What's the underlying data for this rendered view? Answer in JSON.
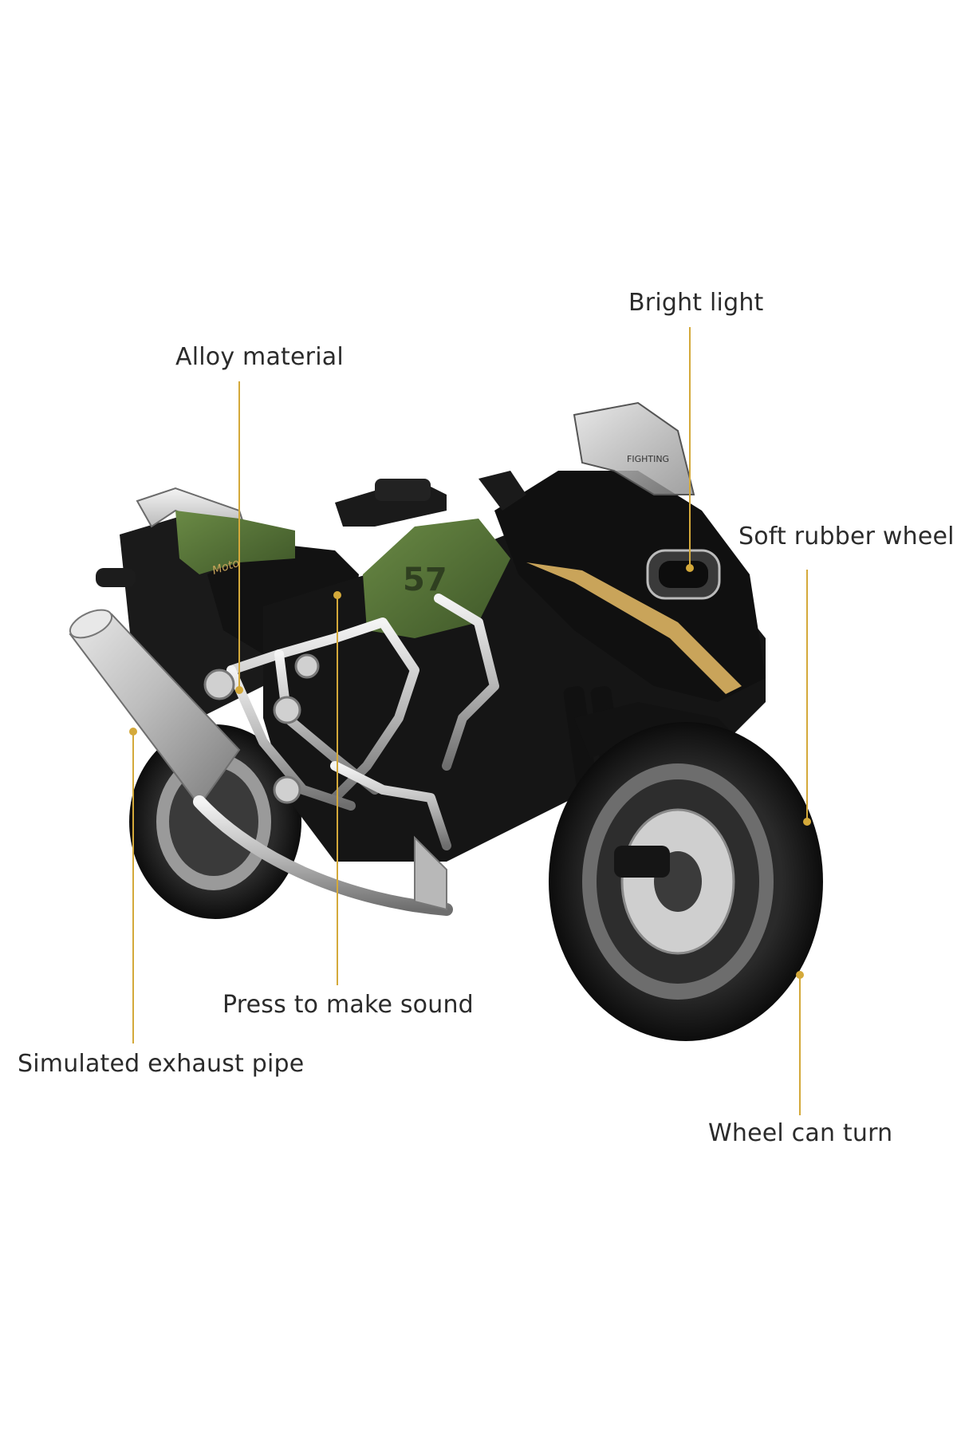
{
  "callouts": {
    "bright_light": "Bright light",
    "alloy_material": "Alloy material",
    "soft_rubber_wheel": "Soft rubber wheel",
    "press_to_make_sound": "Press to make sound",
    "simulated_exhaust_pipe": "Simulated exhaust pipe",
    "wheel_can_turn": "Wheel can turn"
  },
  "product": {
    "windshield_text": "FIGHTING",
    "side_text": "Moto"
  },
  "colors": {
    "background": "#ffffff",
    "leader_line": "#d4a93a",
    "body_black": "#141414",
    "tank_green": "#4e6a33",
    "chrome": "#c8c8c8",
    "gold_stripe": "#c9a45a"
  }
}
